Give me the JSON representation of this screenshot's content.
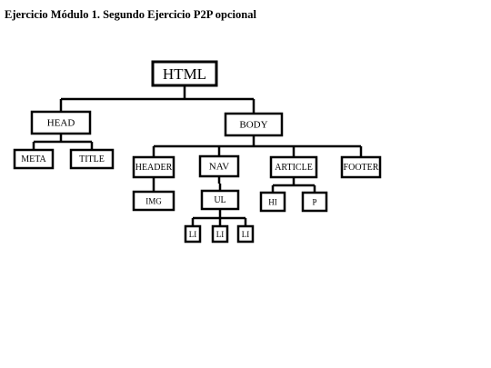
{
  "page": {
    "title": "Ejercicio Módulo 1. Segundo Ejercicio P2P opcional"
  },
  "diagram": {
    "root": {
      "label": "HTML",
      "children": [
        {
          "label": "HEAD",
          "children": [
            {
              "label": "META"
            },
            {
              "label": "TITLE"
            }
          ]
        },
        {
          "label": "BODY",
          "children": [
            {
              "label": "HEADER",
              "children": [
                {
                  "label": "IMG"
                }
              ]
            },
            {
              "label": "NAV",
              "children": [
                {
                  "label": "UL",
                  "children": [
                    {
                      "label": "LI"
                    },
                    {
                      "label": "LI"
                    },
                    {
                      "label": "LI"
                    }
                  ]
                }
              ]
            },
            {
              "label": "ARTICLE",
              "children": [
                {
                  "label": "HI"
                },
                {
                  "label": "P"
                }
              ]
            },
            {
              "label": "FOOTER"
            }
          ]
        }
      ]
    }
  }
}
